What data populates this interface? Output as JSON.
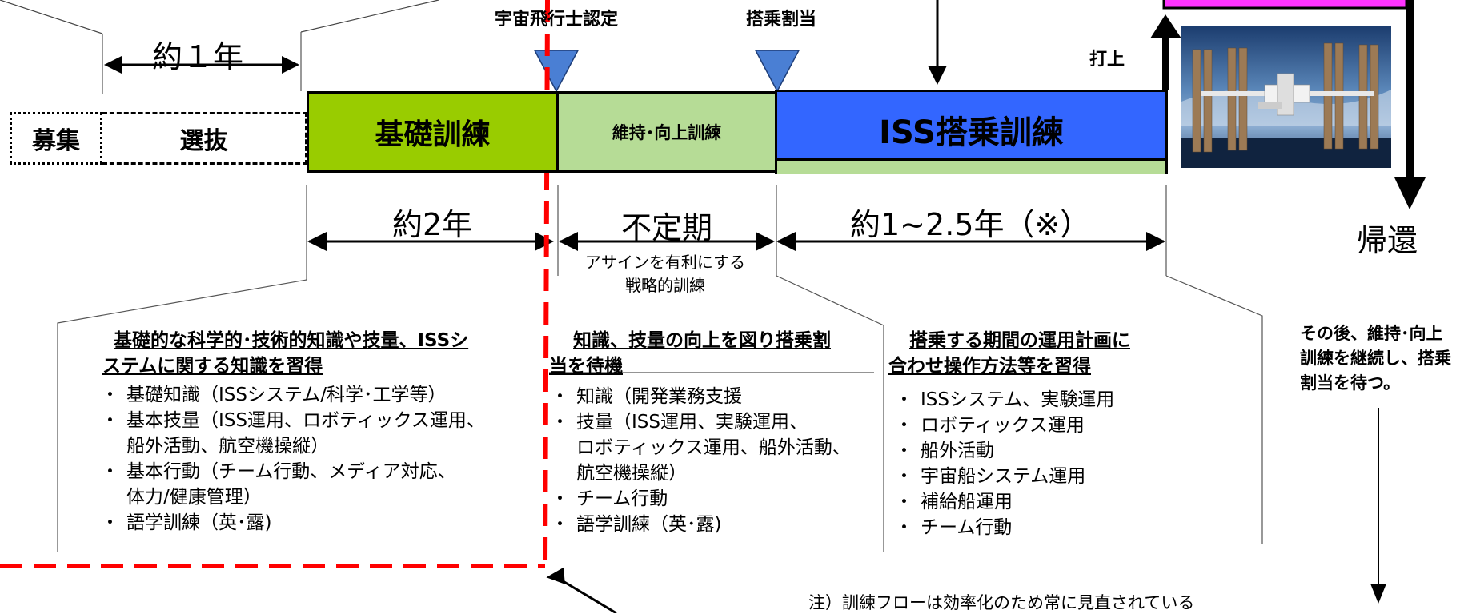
{
  "milestones": {
    "certification": "宇宙飛行士認定",
    "assignment": "搭乗割当",
    "launch": "打上",
    "return": "帰還"
  },
  "phases": {
    "recruit": "募集",
    "selection": "選抜",
    "basic": "基礎訓練",
    "maintenance": "維持･向上訓練",
    "iss": "ISS搭乗訓練"
  },
  "durations": {
    "selection": "約１年",
    "basic": "約2年",
    "maintenance": "不定期",
    "iss": "約1~2.5年（※）"
  },
  "strategy_note": [
    "アサインを有利にする",
    "戦略的訓練"
  ],
  "basic_section": {
    "heading": [
      "基礎的な科学的･技術的知識や技量、ISSシ",
      "ステムに関する知識を習得"
    ],
    "items": [
      [
        "基礎知識（ISSシステム/科学･工学等）"
      ],
      [
        "基本技量（ISS運用、ロボティックス運用、",
        "船外活動、航空機操縦）"
      ],
      [
        "基本行動（チーム行動、メディア対応、",
        "体力/健康管理）"
      ],
      [
        "語学訓練（英･露)"
      ]
    ]
  },
  "maintenance_section": {
    "heading": [
      "知識、技量の向上を図り搭乗割",
      "当を待機"
    ],
    "items": [
      [
        "知識（開発業務支援"
      ],
      [
        "技量（ISS運用、実験運用、",
        "ロボティックス運用、船外活動、",
        "航空機操縦）"
      ],
      [
        "チーム行動"
      ],
      [
        "語学訓練（英･露)"
      ]
    ]
  },
  "iss_section": {
    "heading": [
      "搭乗する期間の運用計画に",
      "合わせ操作方法等を習得"
    ],
    "items": [
      [
        "ISSシステム、実験運用"
      ],
      [
        "ロボティックス運用"
      ],
      [
        "船外活動"
      ],
      [
        "宇宙船システム運用"
      ],
      [
        "補給船運用"
      ],
      [
        "チーム行動"
      ]
    ]
  },
  "after_note": [
    "その後、維持･向上",
    "訓練を継続し、搭乗",
    "割当を待つ。"
  ],
  "footnote": "注）訓練フローは効率化のため常に見直されている",
  "colors": {
    "basic_fill": "#99cc00",
    "maintenance_fill": "#b6dc96",
    "iss_fill": "#3366ff",
    "iss_stripe": "#b6dc96",
    "milestone_marker": "#4a7fd4",
    "highlight_dash": "#ff0000",
    "top_box": "#ff33ff"
  }
}
